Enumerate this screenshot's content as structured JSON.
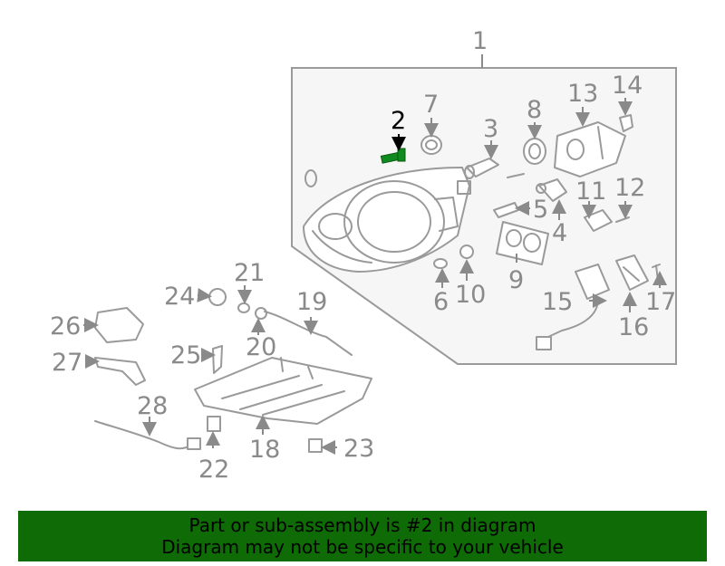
{
  "diagram": {
    "highlighted_part": "2",
    "callouts": [
      "1",
      "2",
      "3",
      "4",
      "5",
      "6",
      "7",
      "8",
      "9",
      "10",
      "11",
      "12",
      "13",
      "14",
      "15",
      "16",
      "17",
      "18",
      "19",
      "20",
      "21",
      "22",
      "23",
      "24",
      "25",
      "26",
      "27",
      "28"
    ]
  },
  "banner": {
    "line1": "Part or sub-assembly is #2 in diagram",
    "line2": "Diagram may not be specific to your vehicle"
  },
  "colors": {
    "banner_bg": "#0e6b06",
    "highlight": "#000000",
    "line_art": "#9a9a9a",
    "highlight_part": "#0e8a1e"
  }
}
